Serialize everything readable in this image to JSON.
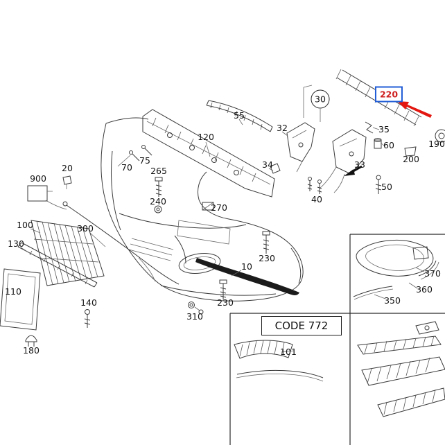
{
  "highlight": {
    "label": "220",
    "box_color": "#1e5bd6",
    "text_color": "#cf1f1f",
    "arrow_color": "#e3170f"
  },
  "circled_part": {
    "label": "30"
  },
  "code_box": {
    "label": "CODE 772"
  },
  "parts": [
    {
      "label": "900"
    },
    {
      "label": "20"
    },
    {
      "label": "70"
    },
    {
      "label": "75"
    },
    {
      "label": "265"
    },
    {
      "label": "240"
    },
    {
      "label": "120"
    },
    {
      "label": "55"
    },
    {
      "label": "32"
    },
    {
      "label": "34"
    },
    {
      "label": "33"
    },
    {
      "label": "35"
    },
    {
      "label": "60"
    },
    {
      "label": "190"
    },
    {
      "label": "200"
    },
    {
      "label": "50"
    },
    {
      "label": "40"
    },
    {
      "label": "270"
    },
    {
      "label": "100"
    },
    {
      "label": "300"
    },
    {
      "label": "130"
    },
    {
      "label": "10"
    },
    {
      "label": "230"
    },
    {
      "label": "110"
    },
    {
      "label": "140"
    },
    {
      "label": "310"
    },
    {
      "label": "230"
    },
    {
      "label": "180"
    },
    {
      "label": "370"
    },
    {
      "label": "360"
    },
    {
      "label": "350"
    },
    {
      "label": "101"
    }
  ]
}
